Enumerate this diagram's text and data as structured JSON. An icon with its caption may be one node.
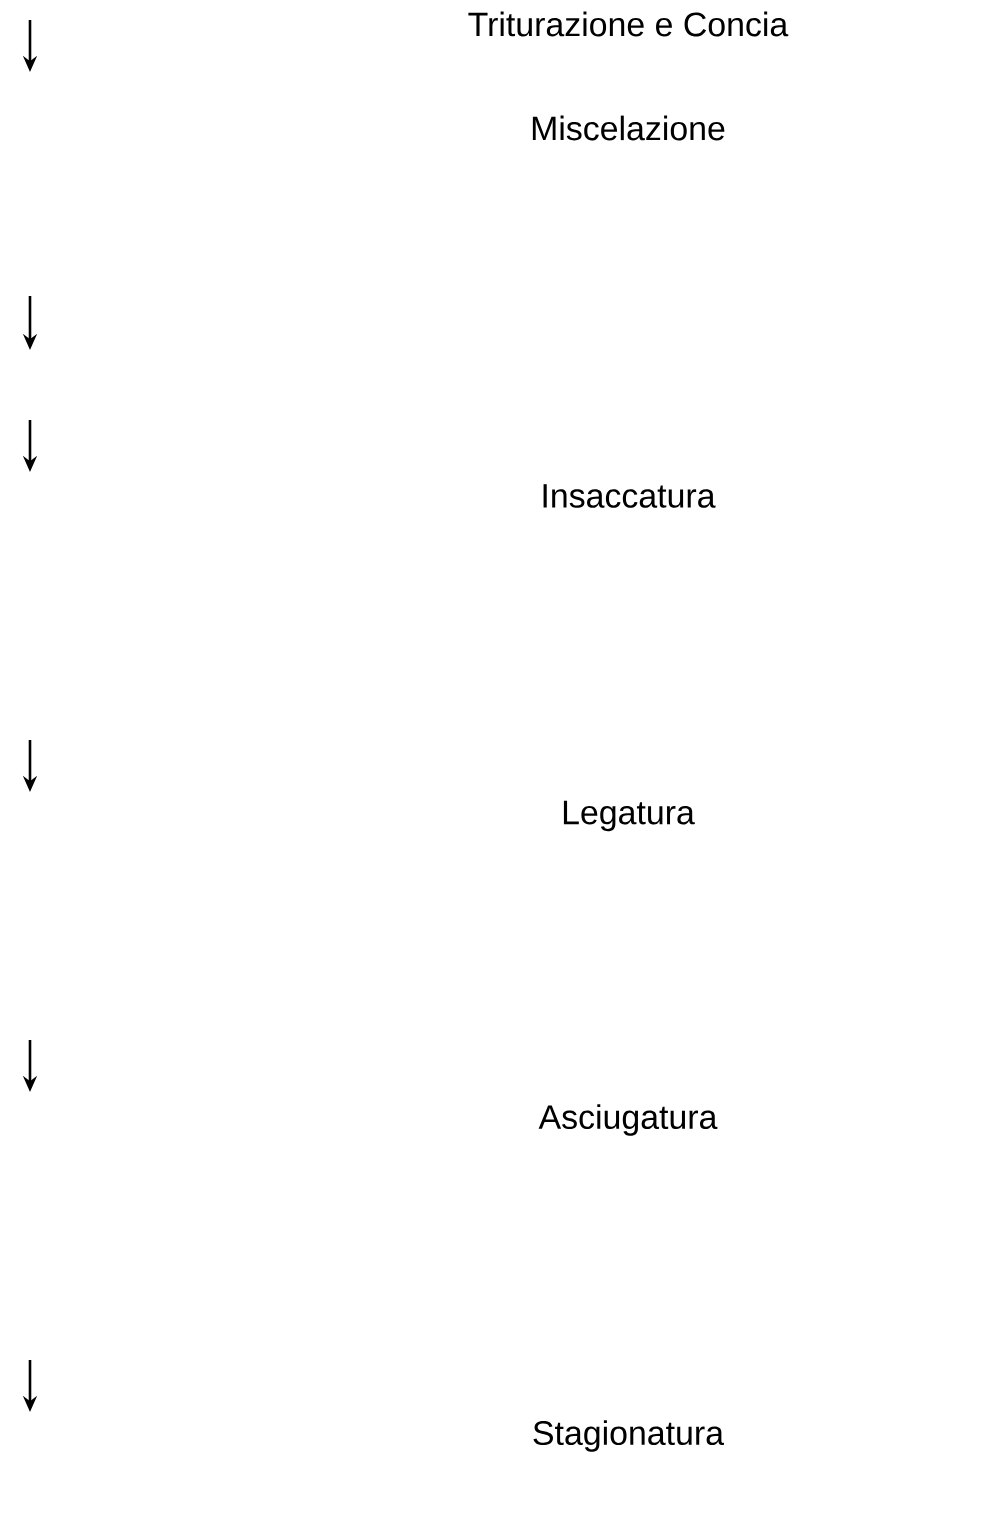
{
  "diagram": {
    "labels": [
      "Triturazione e Concia",
      "Miscelazione",
      "Insaccatura",
      "Legatura",
      "Asciugatura",
      "Stagionatura"
    ]
  }
}
